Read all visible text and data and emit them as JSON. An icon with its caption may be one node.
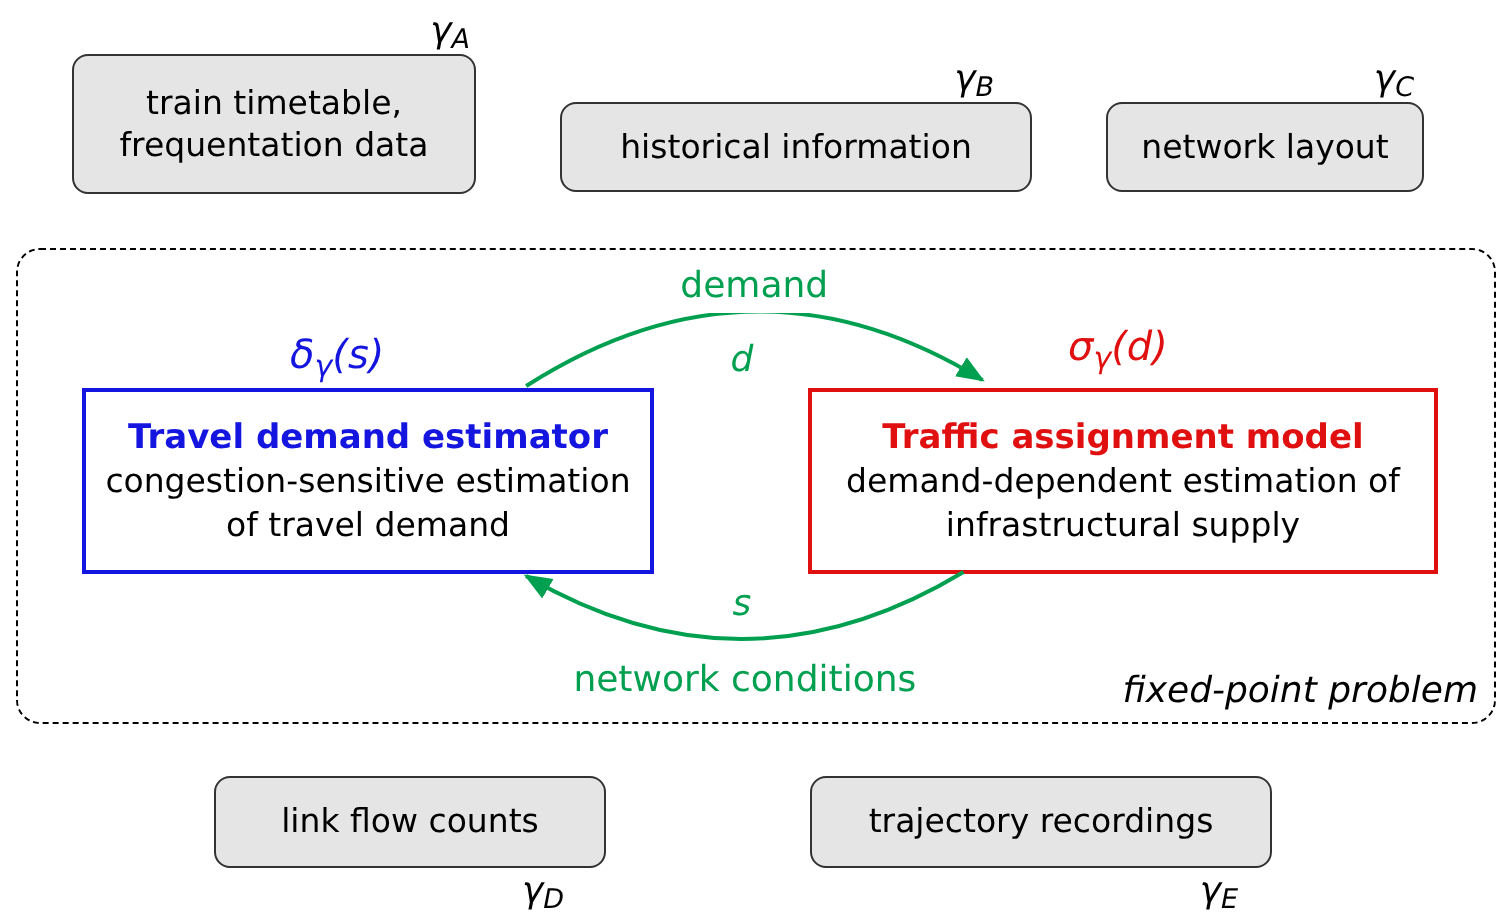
{
  "diagram": {
    "nodes": [
      {
        "text": [
          "train timetable, frequentation data"
        ],
        "beside": [
          "γ$_{A}$"
        ]
      },
      {
        "text": [
          "historical information"
        ],
        "beside": [
          "γ$_{B}$"
        ]
      },
      {
        "text": [
          "network layout"
        ],
        "beside": [
          "γ$_{C}$"
        ]
      },
      {
        "text": [
          "fixed-point problem"
        ]
      },
      {
        "text": [
          "Travel demand estimator",
          "congestion-sensitive estimation of travel demand"
        ],
        "in": 3,
        "beside": [
          "δ$_{γ}$(s)"
        ]
      },
      {
        "text": [
          "Traffic assignment model",
          "demand-dependent estimation of infrastructural supply"
        ],
        "in": 3,
        "beside": [
          "σ$_{γ}$(d)"
        ]
      },
      {
        "text": [
          "link flow counts"
        ],
        "beside": [
          "γ$_{D}$"
        ]
      },
      {
        "text": [
          "trajectory recordings"
        ],
        "beside": [
          "γ$_{E}$"
        ]
      }
    ],
    "edges": [
      {
        "from": 4,
        "to": 5,
        "arrow": "to",
        "label": "demand"
      },
      {
        "from": 5,
        "to": 4,
        "arrow": "to",
        "label": "network conditions"
      }
    ],
    "labels": [
      "d",
      "s"
    ]
  }
}
